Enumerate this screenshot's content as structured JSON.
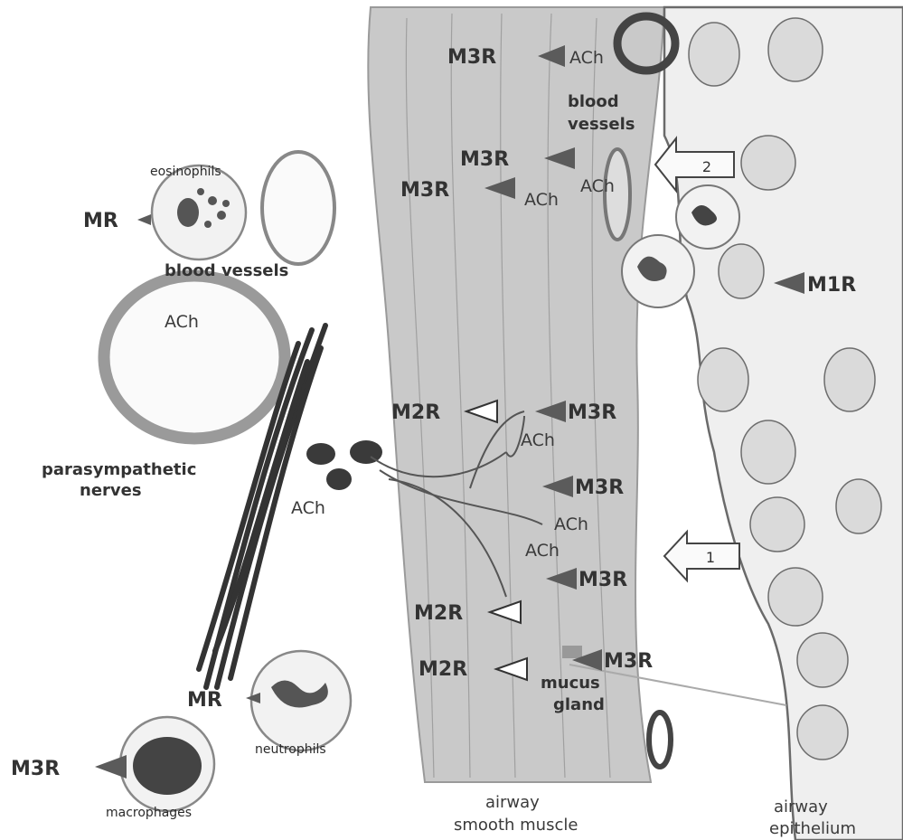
{
  "colors": {
    "muscle": "#c9c9c9",
    "muscle_dark": "#a9a9a9",
    "epithelium": "#efefef",
    "nerve": "#3a3a3a",
    "filled_arrow": "#5b5b5b",
    "open_arrow": "#ffffff"
  },
  "labels": {
    "eosinophils": "eosinophils",
    "blood_vessels_left": "blood vessels",
    "blood_vessels_right_1": "blood",
    "blood_vessels_right_2": "vessels",
    "parasympathetic_1": "parasympathetic",
    "parasympathetic_2": "nerves",
    "neutrophils": "neutrophils",
    "macrophages": "macrophages",
    "muscle_1": "airway",
    "muscle_2": "smooth muscle",
    "epithelium_1": "airway",
    "epithelium_2": "epithelium",
    "mucus_1": "mucus",
    "mucus_2": "gland",
    "arrow_1": "1",
    "arrow_2": "2"
  },
  "receptors": {
    "m3_top": "M3R",
    "m3_mid1": "M3R",
    "m3_mid2": "M3R",
    "m3_nerve": "M3R",
    "m3_muscle1": "M3R",
    "m3_muscle2": "M3R",
    "m3_gland": "M3R",
    "m3_macro": "M3R",
    "m2_nerve": "M2R",
    "m2_low1": "M2R",
    "m2_low2": "M2R",
    "mr_eos": "MR",
    "mr_neut": "MR",
    "m1_epi": "M1R"
  },
  "ligands": {
    "ach_top": "ACh",
    "ach_mid1": "ACh",
    "ach_mid2": "ACh",
    "ach_vessel": "ACh",
    "ach_nerve": "ACh",
    "ach_ganglion": "ACh",
    "ach_fiber1": "ACh",
    "ach_fiber2": "ACh"
  }
}
